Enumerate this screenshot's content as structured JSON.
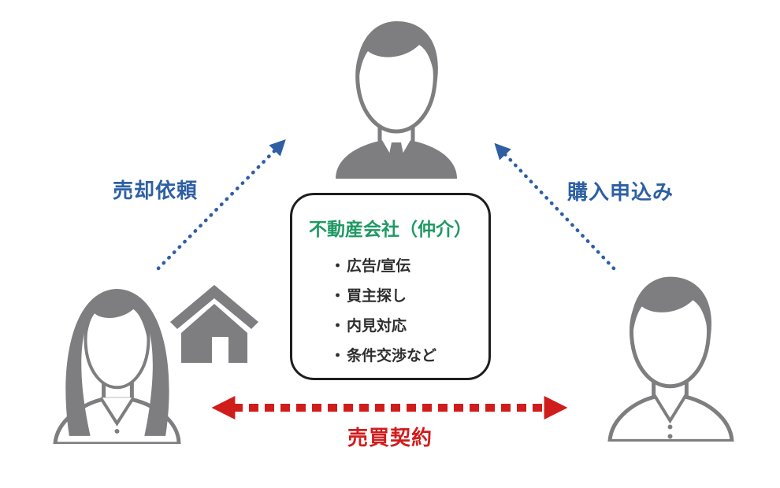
{
  "colors": {
    "blue": "#2e5fa3",
    "red": "#d11c1c",
    "green": "#1f9962",
    "gray": "#7e7e80",
    "dark": "#2e2e2e",
    "box_border": "#1e1e1e",
    "background": "#ffffff"
  },
  "labels": {
    "sell_request": "売却依頼",
    "purchase_application": "購入申込み",
    "sales_contract": "売買契約"
  },
  "center_box": {
    "title": "不動産会社（仲介）",
    "bullet": "・",
    "items": [
      "広告/宣伝",
      "買主探し",
      "内見対応",
      "条件交渉など"
    ]
  },
  "icons": {
    "agent": "business-person-icon",
    "seller": "woman-person-icon",
    "buyer": "man-person-icon",
    "house": "house-icon",
    "sell_arrow": "dotted-arrow-up-right",
    "buy_arrow": "dotted-arrow-up-left",
    "contract_arrow": "dashed-double-arrow"
  }
}
